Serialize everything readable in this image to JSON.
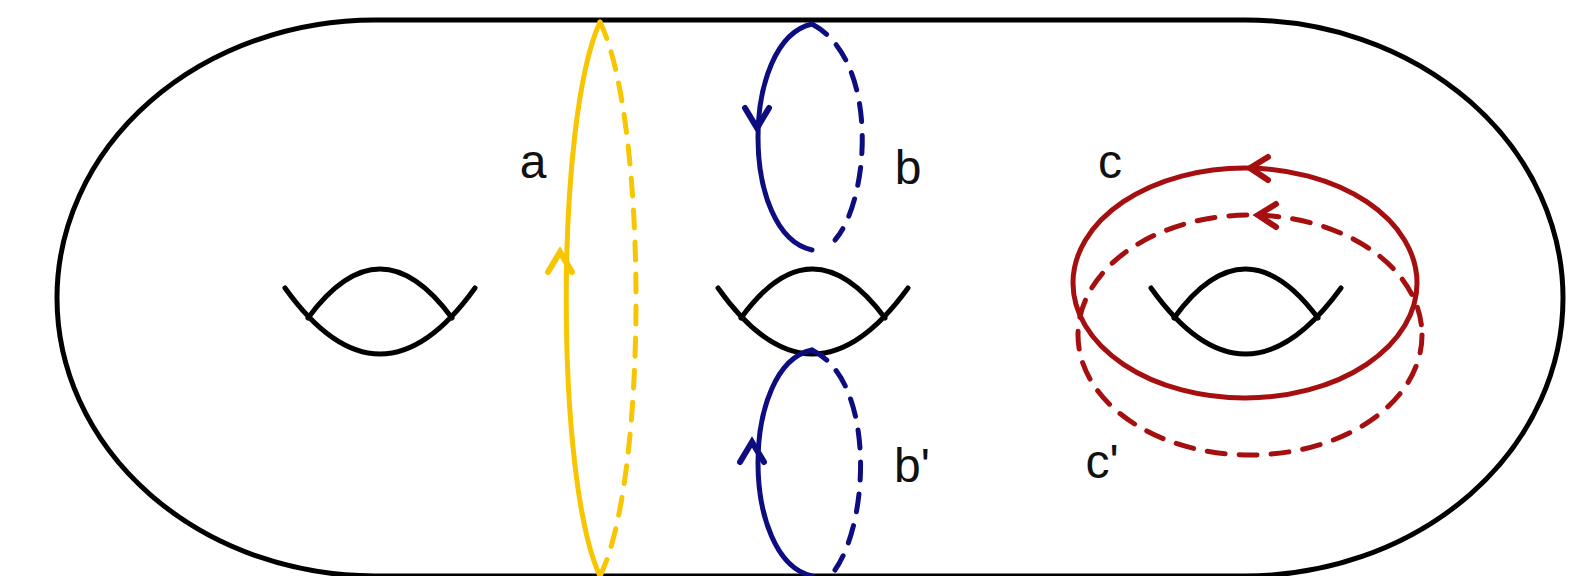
{
  "diagram": {
    "labels": [
      "a",
      "b",
      "b'",
      "c",
      "c'"
    ]
  }
}
